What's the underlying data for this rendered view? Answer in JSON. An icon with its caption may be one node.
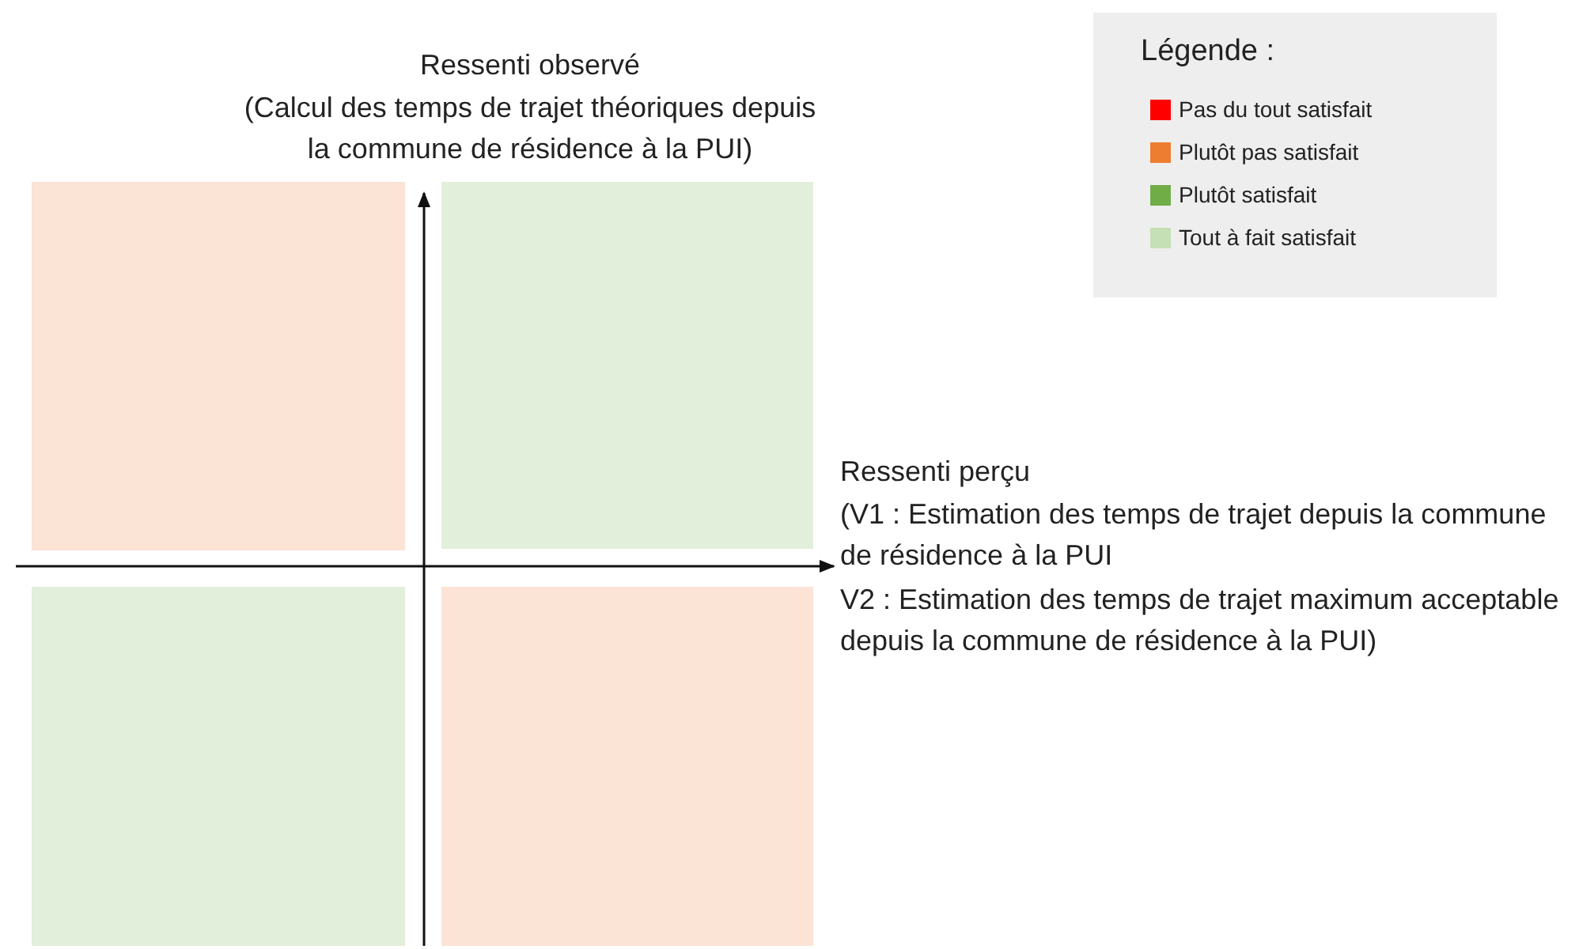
{
  "diagram": {
    "nodes": [
      {
        "text": [],
        "shape": "box"
      },
      {
        "text": [],
        "shape": "box"
      },
      {
        "text": [],
        "shape": "box"
      },
      {
        "text": [],
        "shape": "box"
      }
    ],
    "edges": [],
    "labels": [
      "Ressenti observé",
      "(Calcul des temps de trajet théoriques depuis la commune de résidence à la PUI)",
      "Légende :",
      "Ressenti perçu",
      "(V1 : Estimation des temps de trajet depuis la commune de résidence à la PUI",
      "V2 : Estimation des temps de trajet maximum acceptable depuis la commune de résidence à la PUI)"
    ],
    "legend": [
      {
        "text": "Pas du tout satisfait",
        "color": "#ff0000"
      },
      {
        "text": "Plutôt pas satisfait",
        "color": "#ed7d31"
      },
      {
        "text": "Plutôt satisfait",
        "color": "#70ad47"
      },
      {
        "text": "Tout à fait satisfait",
        "color": "#c5e0b4"
      }
    ]
  }
}
